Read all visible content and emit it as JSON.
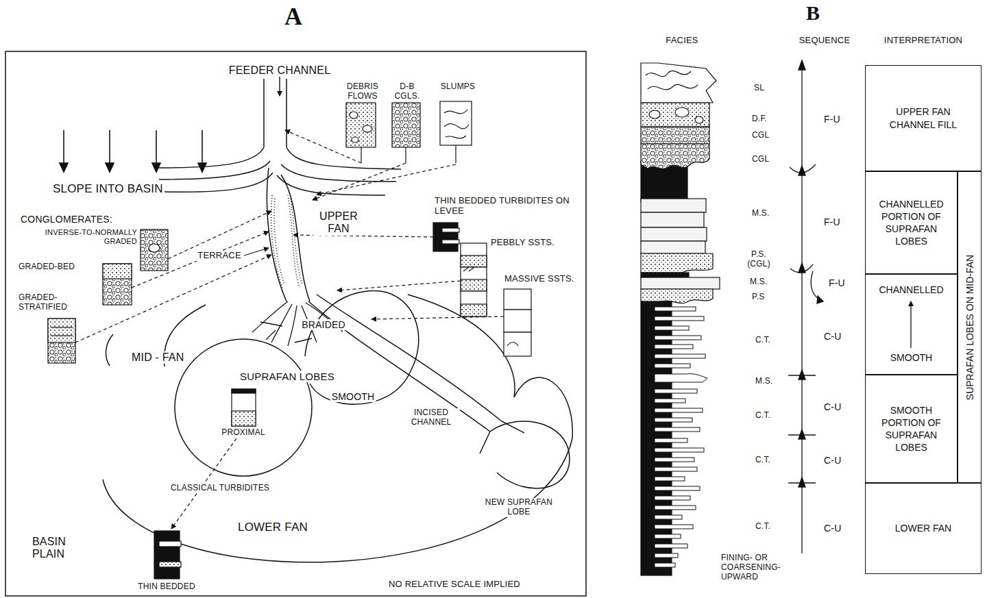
{
  "diagram": {
    "nodes": [
      {
        "text": [
          "UPPER FAN CHANNEL FILL"
        ]
      },
      {
        "text": [
          "CHANNELLED PORTION OF SUPRAFAN LOBES"
        ]
      },
      {
        "text": [
          "CHANNELLED",
          "SMOOTH"
        ]
      },
      {
        "text": [
          "SMOOTH PORTION OF SUPRAFAN LOBES"
        ]
      },
      {
        "text": [
          "SUPRAFAN LOBES ON MID-FAN"
        ]
      },
      {
        "text": [
          "LOWER FAN"
        ]
      }
    ],
    "labels": [
      "A",
      "FEEDER CHANNEL",
      "DEBRIS FLOWS",
      "D-B CGLS.",
      "SLUMPS",
      "SLOPE INTO BASIN",
      "CONGLOMERATES:",
      "INVERSE-TO-NORMALLY GRADED",
      "GRADED-BED",
      "GRADED-STRATIFIED",
      "TERRACE",
      "UPPER FAN",
      "THIN BEDDED TURBIDITES ON LEVEE",
      "PEBBLY SSTS.",
      "MASSIVE SSTS.",
      "BRAIDED",
      "MID - FAN",
      "SUPRAFAN LOBES",
      "SMOOTH",
      "PROXIMAL",
      "INCISED CHANNEL",
      "CLASSICAL TURBIDITES",
      "LOWER FAN",
      "NEW SUPRAFAN LOBE",
      "BASIN PLAIN",
      "THIN BEDDED",
      "NO RELATIVE SCALE IMPLIED",
      "B",
      "FACIES",
      "SEQUENCE",
      "INTERPRETATION",
      "SL",
      "D.F.",
      "CGL",
      "CGL",
      "M.S.",
      "P.S. (CGL)",
      "M.S.",
      "P.S",
      "C.T.",
      "M.S.",
      "C.T.",
      "C.T.",
      "C.T.",
      "F-U",
      "F-U",
      "F-U",
      "C-U",
      "C-U",
      "C-U",
      "C-U",
      "FINING- OR COARSENING- UPWARD"
    ]
  }
}
